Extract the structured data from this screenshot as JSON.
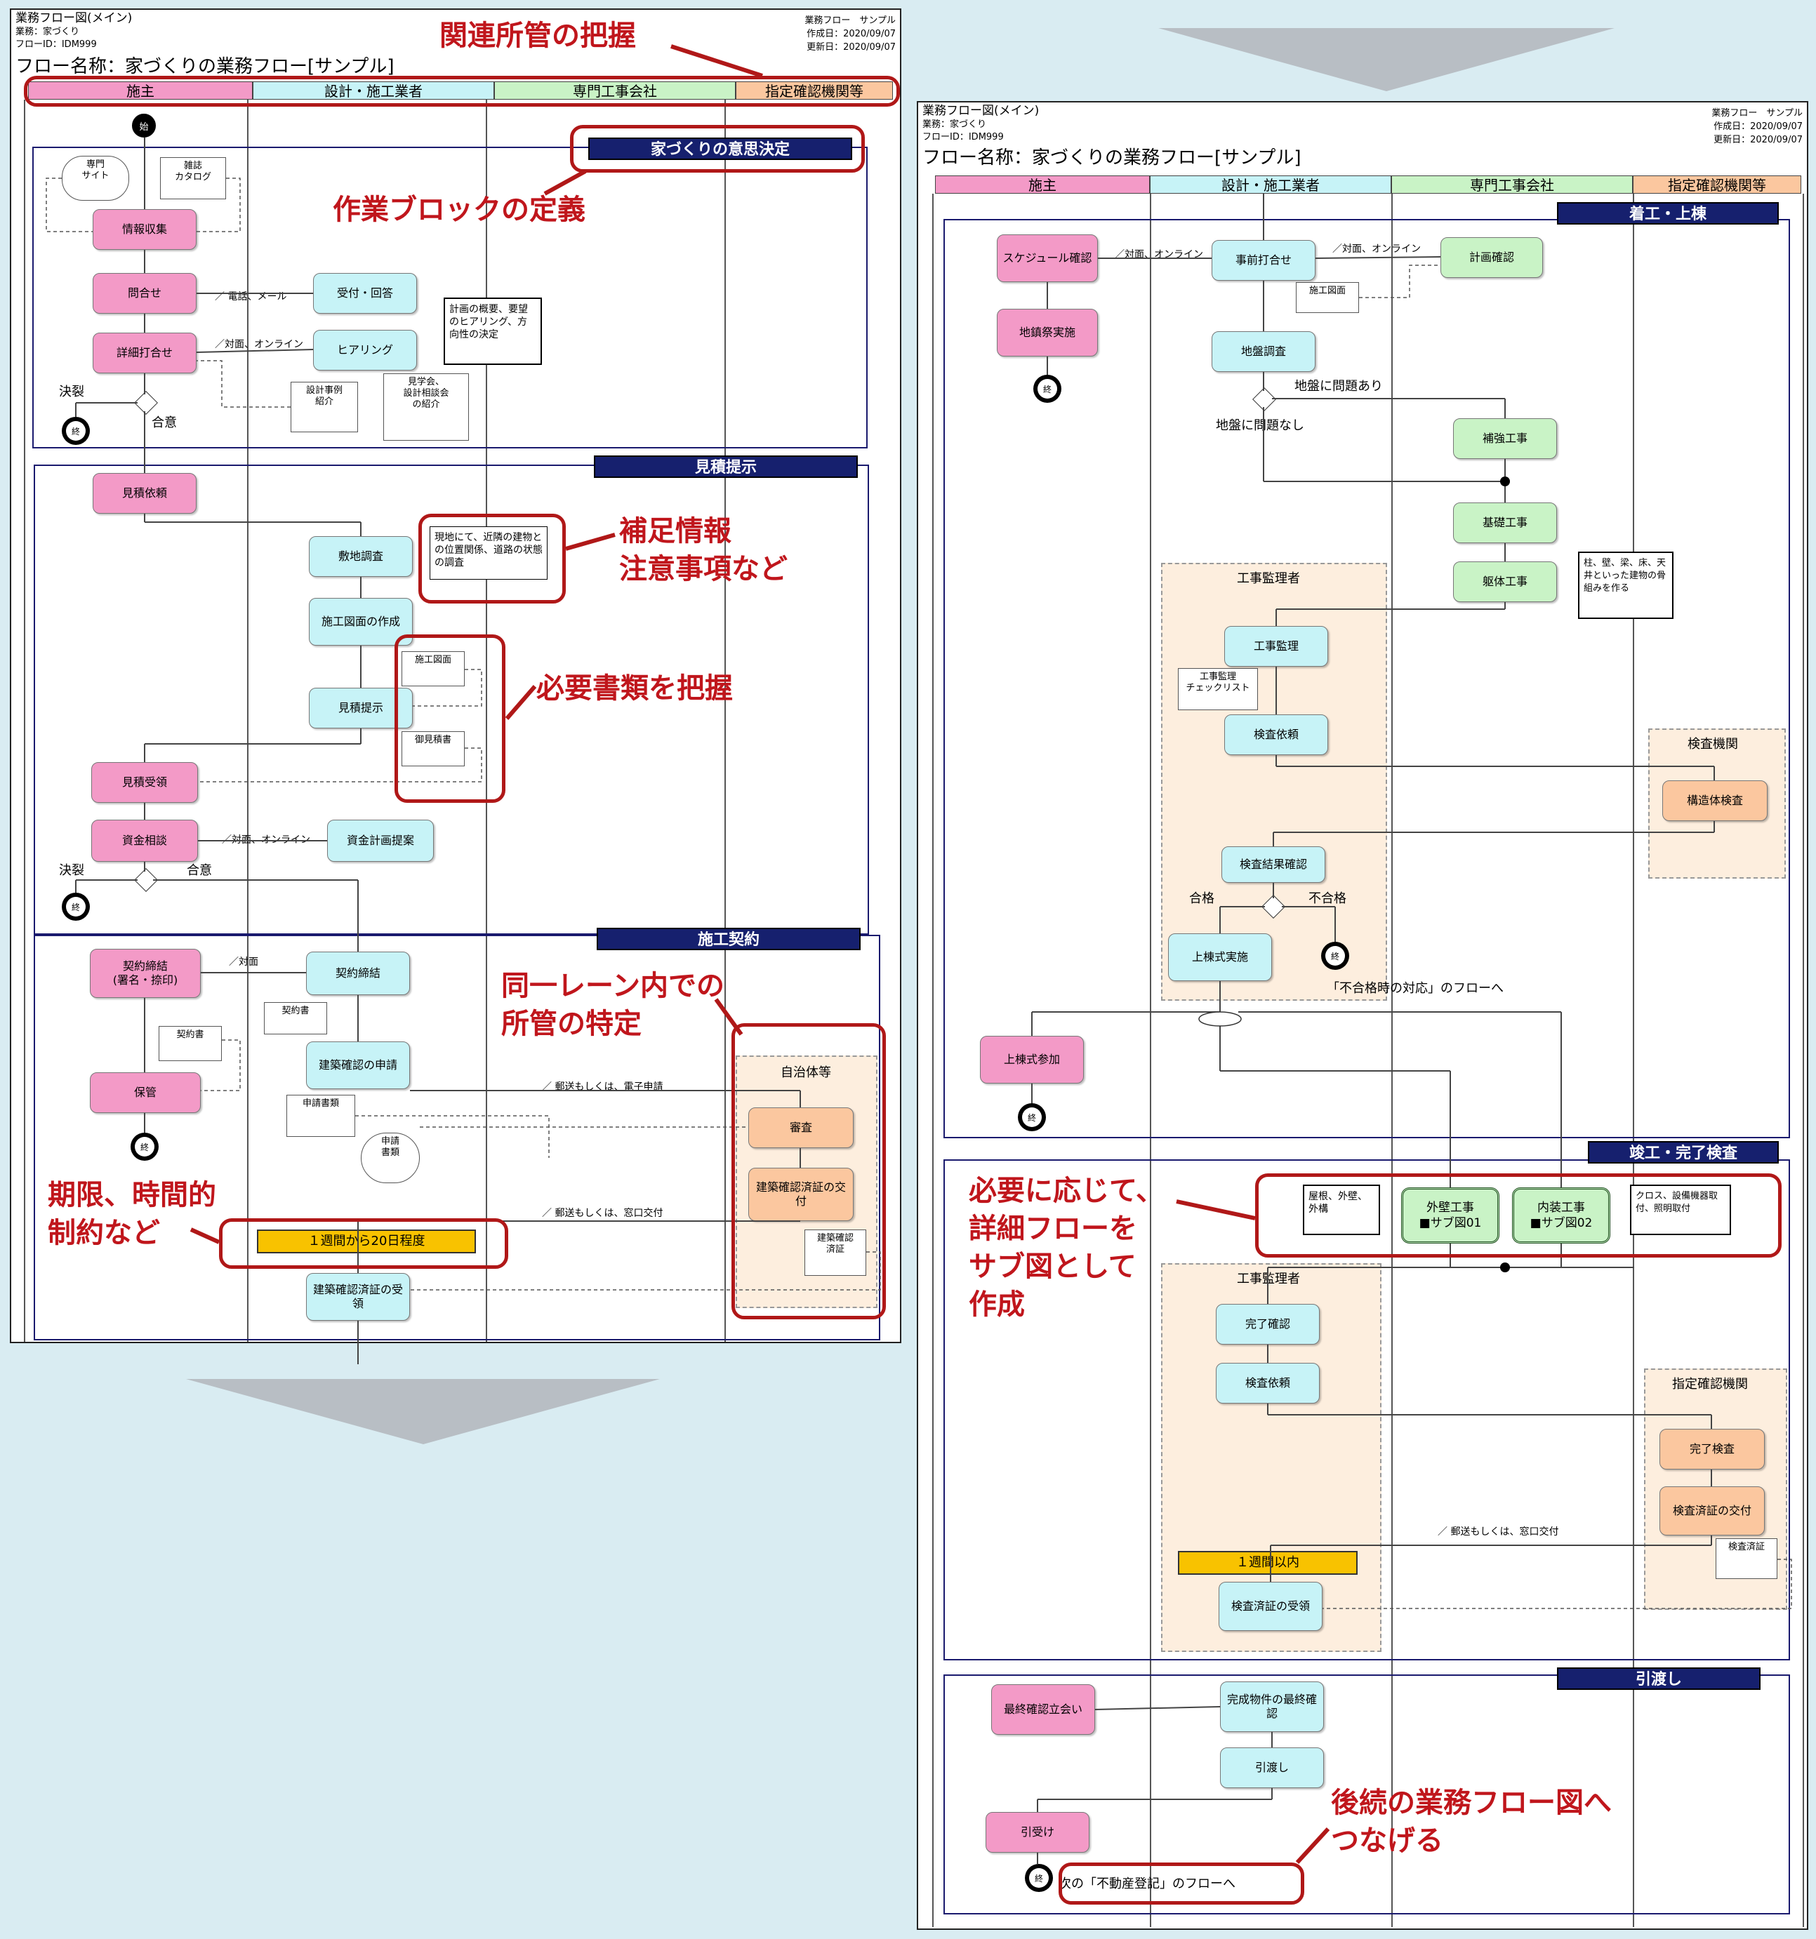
{
  "header": {
    "doc_kind": "業務フロー図(メイン)",
    "business": "業務：家づくり",
    "flow_id": "フローID：IDM999",
    "title": "フロー名称：家づくりの業務フロー[サンプル]",
    "sample_label": "業務フロー　サンプル",
    "created": "作成日：2020/09/07",
    "updated": "更新日：2020/09/07"
  },
  "lanes": [
    "施主",
    "設計・施工業者",
    "専門工事会社",
    "指定確認機関等"
  ],
  "colors": {
    "pink": "#f39ac7",
    "cyan": "#c7f3f7",
    "green": "#c9f3c6",
    "orange": "#fbc79f",
    "navy": "#16206e",
    "red": "#c0161c",
    "bg": "#d9ecf2"
  },
  "left": {
    "start": "始",
    "end": "終",
    "block1": {
      "label": "家づくりの意思決定",
      "docs": {
        "site": "専門\nサイト",
        "catalog": "雑誌\nカタログ",
        "cases": "設計事例\n紹介",
        "events": "見学会、\n設計相談会\nの紹介"
      },
      "nodes": {
        "info": "情報収集",
        "inquiry": "問合せ",
        "answer": "受付・回答",
        "meeting": "詳細打合せ",
        "hearing": "ヒアリング"
      },
      "note": "計画の概要、要望のヒアリング、方向性の決定",
      "edge_phone": "／ 電話、メール",
      "edge_online": "／対面、オンライン",
      "breakdown": "決裂",
      "agree": "合意"
    },
    "block2": {
      "label": "見積提示",
      "nodes": {
        "request": "見積依頼",
        "survey": "敷地調査",
        "drawing": "施工図面の作成",
        "estimate": "見積提示",
        "receive": "見積受領",
        "fund": "資金相談",
        "plan": "資金計画提案"
      },
      "note": "現地にて、近隣の建物との位置関係、道路の状態の調査",
      "docs": {
        "drawing": "施工図面",
        "estimate": "御見積書"
      },
      "edge_online": "／対面、オンライン",
      "breakdown": "決裂",
      "agree": "合意"
    },
    "block3": {
      "label": "施工契約",
      "nodes": {
        "sign": "契約締結\n(署名・捺印)",
        "contract": "契約締結",
        "apply": "建築確認の申請",
        "keep": "保管",
        "review": "審査",
        "issue": "建築確認済証の交付",
        "receipt": "建築確認済証の受領"
      },
      "docs": {
        "contract": "契約書",
        "contract2": "契約書",
        "application": "申請書類",
        "app_docs": "申請\n書類",
        "cert": "建築確認\n済証"
      },
      "zone": "自治体等",
      "edge_face": "／対面",
      "edge_mail": "／ 郵送もしくは、電子申請",
      "edge_post": "／ 郵送もしくは、窓口交付",
      "period": "１週間から20日程度"
    }
  },
  "right": {
    "block4": {
      "label": "着工・上棟",
      "nodes": {
        "schedule": "スケジュール確認",
        "pre": "事前打合せ",
        "plan": "計画確認",
        "ceremony": "地鎮祭実施",
        "ground": "地盤調査",
        "reinforce": "補強工事",
        "foundation": "基礎工事",
        "frame": "躯体工事",
        "supervise": "工事監理",
        "inspect_req": "検査依頼",
        "structure": "構造体検査",
        "result": "検査結果確認",
        "topping": "上棟式実施",
        "attend": "上棟式参加"
      },
      "docs": {
        "drawing": "施工図面",
        "checklist": "工事監理\nチェックリスト"
      },
      "note": "柱、壁、梁、床、天井といった建物の骨組みを作る",
      "edge_online": "／対面、オンライン",
      "edge_online2": "／対面、オンライン",
      "ground_issue": "地盤に問題あり",
      "ground_ok": "地盤に問題なし",
      "zone_super": "工事監理者",
      "zone_inspect": "検査機関",
      "pass": "合格",
      "fail": "不合格",
      "fail_flow": "「不合格時の対応」のフローへ"
    },
    "block5": {
      "label": "竣工・完了検査",
      "note1": "屋根、外壁、外構",
      "sub1": "外壁工事\n■サブ図01",
      "sub2": "内装工事\n■サブ図02",
      "note2": "クロス、設備機器取付、照明取付",
      "zone_super": "工事監理者",
      "zone_agency": "指定確認機関",
      "nodes": {
        "complete": "完了確認",
        "req": "検査依頼",
        "finish": "完了検査",
        "issue": "検査済証の交付",
        "receipt": "検査済証の受領"
      },
      "edge_post": "／ 郵送もしくは、窓口交付",
      "period": "１週間以内",
      "doc": "検査済証"
    },
    "block6": {
      "label": "引渡し",
      "nodes": {
        "witness": "最終確認立会い",
        "final": "完成物件の最終確認",
        "handover": "引渡し",
        "accept": "引受け"
      },
      "next": "次の「不動産登記」のフローへ"
    }
  },
  "callouts": {
    "lanes": "関連所管の把握",
    "block": "作業ブロックの定義",
    "supplement": "補足情報\n注意事項など",
    "docs": "必要書類を把握",
    "same_lane": "同一レーン内での\n所管の特定",
    "deadline": "期限、時間的\n制約など",
    "subflow": "必要に応じて、\n詳細フローを\nサブ図として\n作成",
    "next": "後続の業務フロー図へ\nつなげる"
  }
}
